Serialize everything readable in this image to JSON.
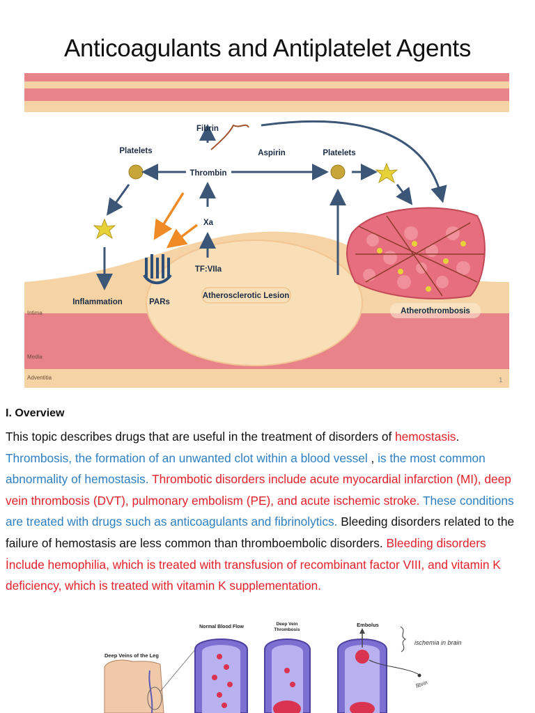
{
  "title": "Anticoagulants and Antiplatelet Agents",
  "slide_number": "1",
  "figure1": {
    "labels": {
      "fibrin": "Fibrin",
      "platelets_left": "Platelets",
      "thrombin": "Thrombin",
      "aspirin": "Aspirin",
      "platelets_right": "Platelets",
      "xa": "Xa",
      "tf_viia": "TF:VIIa",
      "inflammation": "Inflammation",
      "pars": "PARs",
      "lesion": "Atherosclerotic Lesion",
      "atherothrombosis": "Atherothrombosis",
      "intima": "Intima",
      "media": "Media",
      "adventitia": "Adventitia"
    },
    "colors": {
      "vessel_red": "#e8838a",
      "vessel_tan": "#f6d3a4",
      "lesion": "#f9dfb8",
      "arrow": "#3b5676",
      "orange_arrow": "#f08a24",
      "platelet": "#c8a63a"
    }
  },
  "overview": {
    "heading": "I. Overview",
    "segments": [
      {
        "text": "This topic describes drugs that are useful in the treatment of disorders of ",
        "color": "black"
      },
      {
        "text": "hemostasis",
        "color": "red"
      },
      {
        "text": ". ",
        "color": "black"
      },
      {
        "text": "Thrombosis, the formation of an unwanted clot within a blood vessel",
        "color": "blue"
      },
      {
        "text": " , ",
        "color": "black"
      },
      {
        "text": "is the most common abnormality of hemostasis.",
        "color": "blue"
      },
      {
        "text": " ",
        "color": "black"
      },
      {
        "text": "Thrombotic disorders include acute myocardial infarction (MI), deep vein thrombosis (DVT), pulmonary embolism (PE), and acute ischemic stroke.",
        "color": "red"
      },
      {
        "text": " ",
        "color": "black"
      },
      {
        "text": "These conditions are treated with drugs such as anticoagulants and fibrinolytics.",
        "color": "blue"
      },
      {
        "text": " Bleeding disorders related to the failure of hemostasis are less common than thromboembolic disorders. ",
        "color": "black"
      },
      {
        "text": "Bleeding disorders İnclude hemophilia, which is treated with transfusion of recombinant factor VIII, and vitamin K deficiency, which is treated with vitamin K supplementation.",
        "color": "red"
      }
    ]
  },
  "figure2": {
    "labels": {
      "deep_veins": "Deep Veins of the Leg",
      "normal_flow": "Normal Blood Flow",
      "dvt_line1": "Deep Vein",
      "dvt_line2": "Thrombosis",
      "embolus": "Embolus",
      "handwritten_ischemia": "ischemia in brain",
      "handwritten_fibrin": "fibrin"
    }
  }
}
